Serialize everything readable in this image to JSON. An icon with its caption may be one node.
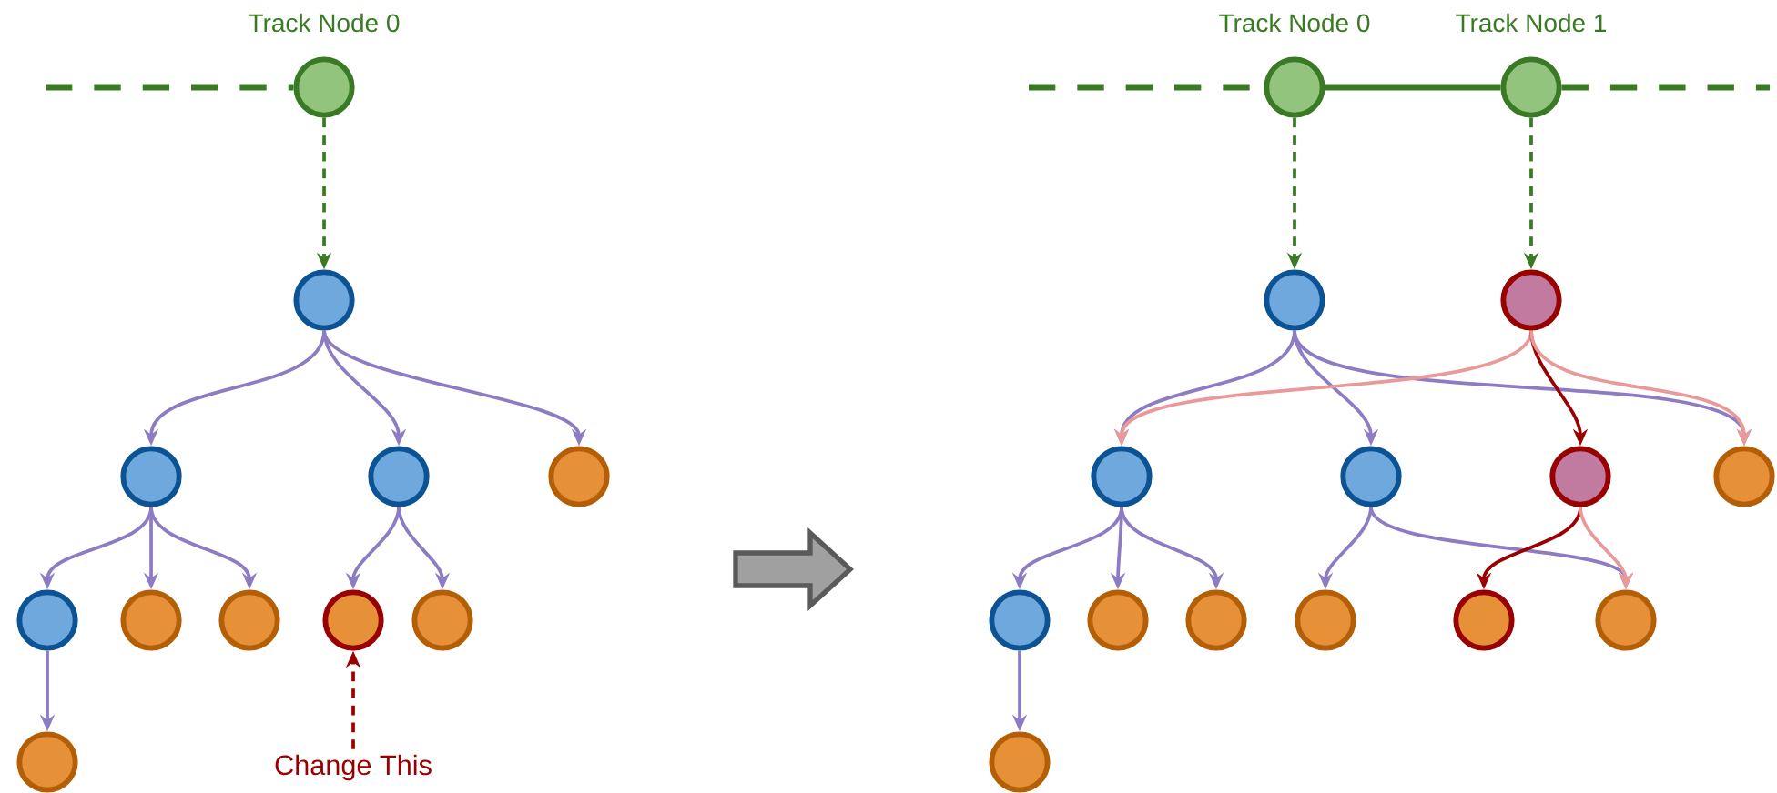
{
  "diagram": {
    "nodes": [
      {
        "text": [],
        "shape": "circle",
        "beside": [
          "Track Node 0"
        ]
      },
      {
        "text": [],
        "shape": "circle"
      },
      {
        "text": [],
        "shape": "circle"
      },
      {
        "text": [],
        "shape": "circle"
      },
      {
        "text": [],
        "shape": "circle"
      },
      {
        "text": [],
        "shape": "circle"
      },
      {
        "text": [],
        "shape": "circle"
      },
      {
        "text": [],
        "shape": "circle"
      },
      {
        "text": [],
        "shape": "circle"
      },
      {
        "text": [],
        "shape": "circle"
      },
      {
        "text": [],
        "shape": "circle"
      },
      {
        "text": [
          "Change This"
        ]
      },
      {
        "text": [],
        "shape": "circle",
        "beside": [
          "Track Node 0"
        ]
      },
      {
        "text": [],
        "shape": "circle",
        "beside": [
          "Track Node 1"
        ]
      },
      {
        "text": [],
        "shape": "circle"
      },
      {
        "text": [],
        "shape": "circle"
      },
      {
        "text": [],
        "shape": "circle"
      },
      {
        "text": [],
        "shape": "circle"
      },
      {
        "text": [],
        "shape": "circle"
      },
      {
        "text": [],
        "shape": "circle"
      },
      {
        "text": [],
        "shape": "circle"
      },
      {
        "text": [],
        "shape": "circle"
      },
      {
        "text": [],
        "shape": "circle"
      },
      {
        "text": [],
        "shape": "circle"
      },
      {
        "text": [],
        "shape": "circle"
      },
      {
        "text": [],
        "shape": "circle"
      },
      {
        "text": [],
        "shape": "circle"
      }
    ],
    "edges": [
      {
        "from": null,
        "to": 0,
        "arrow": "none",
        "style": "dashed",
        "color": "#3a7a25"
      },
      {
        "from": 0,
        "to": 1,
        "arrow": "to",
        "style": "dashed",
        "color": "#3a7a25"
      },
      {
        "from": 1,
        "to": 2,
        "arrow": "to"
      },
      {
        "from": 1,
        "to": 3,
        "arrow": "to"
      },
      {
        "from": 1,
        "to": 4,
        "arrow": "to"
      },
      {
        "from": 2,
        "to": 5,
        "arrow": "to"
      },
      {
        "from": 2,
        "to": 6,
        "arrow": "to"
      },
      {
        "from": 2,
        "to": 7,
        "arrow": "to"
      },
      {
        "from": 3,
        "to": 8,
        "arrow": "to"
      },
      {
        "from": 3,
        "to": 9,
        "arrow": "to"
      },
      {
        "from": 5,
        "to": 10,
        "arrow": "to"
      },
      {
        "from": 11,
        "to": 8,
        "arrow": "to",
        "style": "dashed",
        "color": "#990000"
      },
      {
        "from": null,
        "to": 12,
        "arrow": "none",
        "style": "dashed",
        "color": "#3a7a25"
      },
      {
        "from": 12,
        "to": 13,
        "arrow": "none",
        "style": "thick",
        "color": "#3a7a25"
      },
      {
        "from": 13,
        "to": null,
        "arrow": "none",
        "style": "dashed",
        "color": "#3a7a25"
      },
      {
        "from": 12,
        "to": 14,
        "arrow": "to",
        "style": "dashed",
        "color": "#3a7a25"
      },
      {
        "from": 13,
        "to": 15,
        "arrow": "to",
        "style": "dashed",
        "color": "#3a7a25"
      },
      {
        "from": 14,
        "to": 16,
        "arrow": "to"
      },
      {
        "from": 14,
        "to": 17,
        "arrow": "to"
      },
      {
        "from": 14,
        "to": 19,
        "arrow": "to"
      },
      {
        "from": 15,
        "to": 16,
        "arrow": "to",
        "color": "#ea9999"
      },
      {
        "from": 15,
        "to": 18,
        "arrow": "to",
        "color": "#990000"
      },
      {
        "from": 15,
        "to": 19,
        "arrow": "to",
        "color": "#ea9999"
      },
      {
        "from": 16,
        "to": 20,
        "arrow": "to"
      },
      {
        "from": 16,
        "to": 21,
        "arrow": "to"
      },
      {
        "from": 16,
        "to": 22,
        "arrow": "to"
      },
      {
        "from": 17,
        "to": 23,
        "arrow": "to"
      },
      {
        "from": 17,
        "to": 25,
        "arrow": "to"
      },
      {
        "from": 18,
        "to": 24,
        "arrow": "to",
        "color": "#990000"
      },
      {
        "from": 18,
        "to": 25,
        "arrow": "to",
        "color": "#ea9999"
      },
      {
        "from": 20,
        "to": 26,
        "arrow": "to"
      }
    ]
  }
}
